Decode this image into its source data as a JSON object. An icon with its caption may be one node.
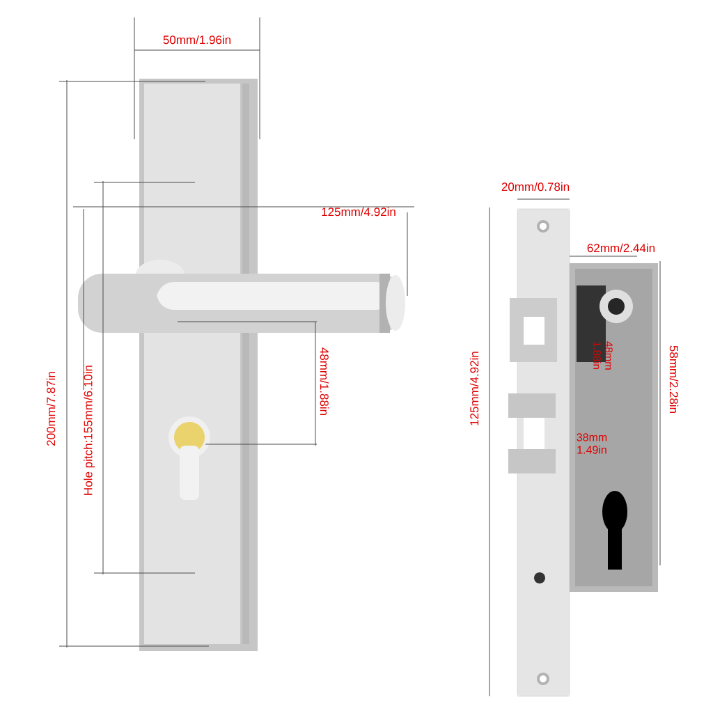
{
  "diagram": {
    "labels": [
      "50mm/1.96in",
      "125mm/4.92in",
      "200mm/7.87in",
      "Hole pitch:155mm/6.10in",
      "48mm/1.88in",
      "20mm/0.78in",
      "62mm/2.44in",
      "125mm/4.92in",
      "58mm/2.28in",
      "48mm 1.88in",
      "38mm 1.49in"
    ]
  }
}
